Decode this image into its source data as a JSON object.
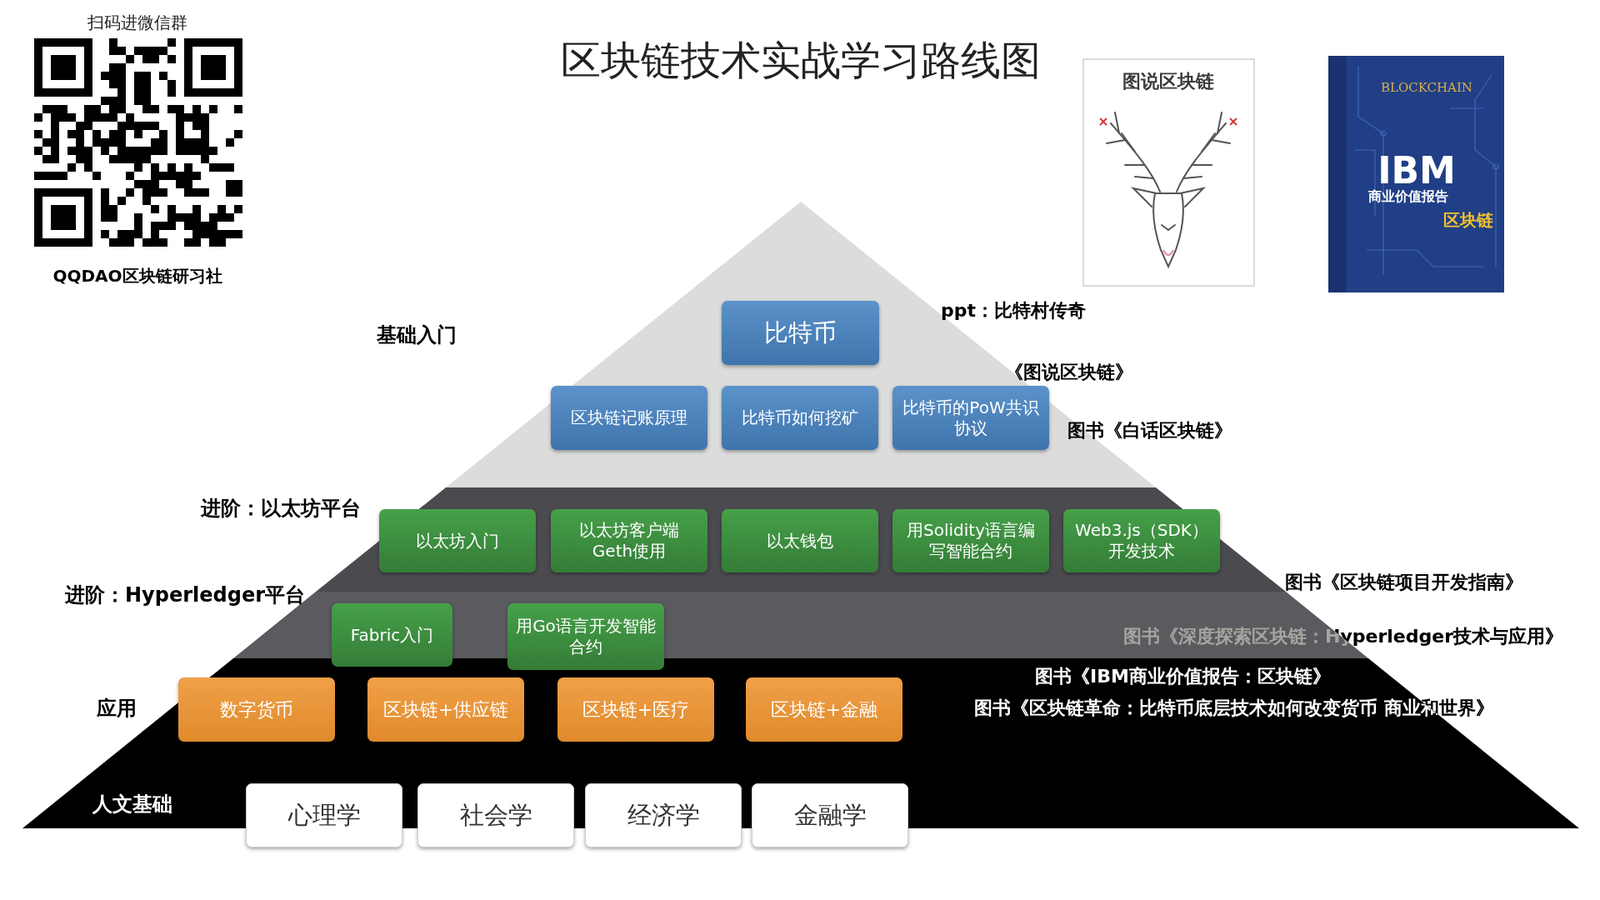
{
  "diagram": {
    "title": "区块链技术实战学习路线图",
    "nodes": [
      {
        "text": [
          "比特币"
        ]
      },
      {
        "text": [
          "区块链记账原理"
        ]
      },
      {
        "text": [
          "比特币如何挖矿"
        ]
      },
      {
        "text": [
          "比特币的PoW共识协议"
        ]
      },
      {
        "text": [
          "以太坊入门"
        ]
      },
      {
        "text": [
          "以太坊客户端Geth使用"
        ]
      },
      {
        "text": [
          "以太钱包"
        ]
      },
      {
        "text": [
          "用Solidity语言编写智能合约"
        ]
      },
      {
        "text": [
          "Web3.js（SDK）开发技术"
        ]
      },
      {
        "text": [
          "Fabric入门"
        ]
      },
      {
        "text": [
          "用Go语言开发智能合约"
        ]
      },
      {
        "text": [
          "数字货币"
        ]
      },
      {
        "text": [
          "区块链+供应链"
        ]
      },
      {
        "text": [
          "区块链+医疗"
        ]
      },
      {
        "text": [
          "区块链+金融"
        ]
      },
      {
        "text": [
          "心理学"
        ]
      },
      {
        "text": [
          "社会学"
        ]
      },
      {
        "text": [
          "经济学"
        ]
      },
      {
        "text": [
          "金融学"
        ]
      }
    ],
    "labels": [
      "扫码进微信群",
      "QQDAO区块链研习社",
      "图说区块链",
      "BLOCKCHAIN",
      "IBM",
      "商业价值报告",
      "区块链",
      "基础入门",
      "进阶：以太坊平台",
      "进阶：Hyperledger平台",
      "应用",
      "人文基础",
      "ppt：比特村传奇",
      "《图说区块链》",
      "图书《白话区块链》",
      "图书《区块链项目开发指南》",
      "图书《深度探索区块链：Hyperledger技术与应用》",
      "图书《IBM商业价值报告：区块链》",
      "图书《区块链革命：比特币底层技术如何改变货币 商业和世界》"
    ]
  }
}
